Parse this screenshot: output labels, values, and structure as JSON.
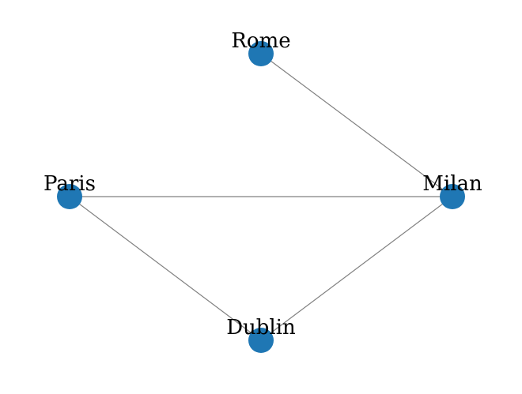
{
  "graph": {
    "node_color": "#1f77b4",
    "edge_color": "#808080",
    "background": "#ffffff",
    "nodes": [
      {
        "id": "rome",
        "label": "Rome"
      },
      {
        "id": "paris",
        "label": "Paris"
      },
      {
        "id": "milan",
        "label": "Milan"
      },
      {
        "id": "dublin",
        "label": "Dublin"
      }
    ],
    "edges": [
      {
        "source": "rome",
        "target": "milan"
      },
      {
        "source": "paris",
        "target": "milan"
      },
      {
        "source": "paris",
        "target": "dublin"
      },
      {
        "source": "milan",
        "target": "dublin"
      }
    ]
  }
}
